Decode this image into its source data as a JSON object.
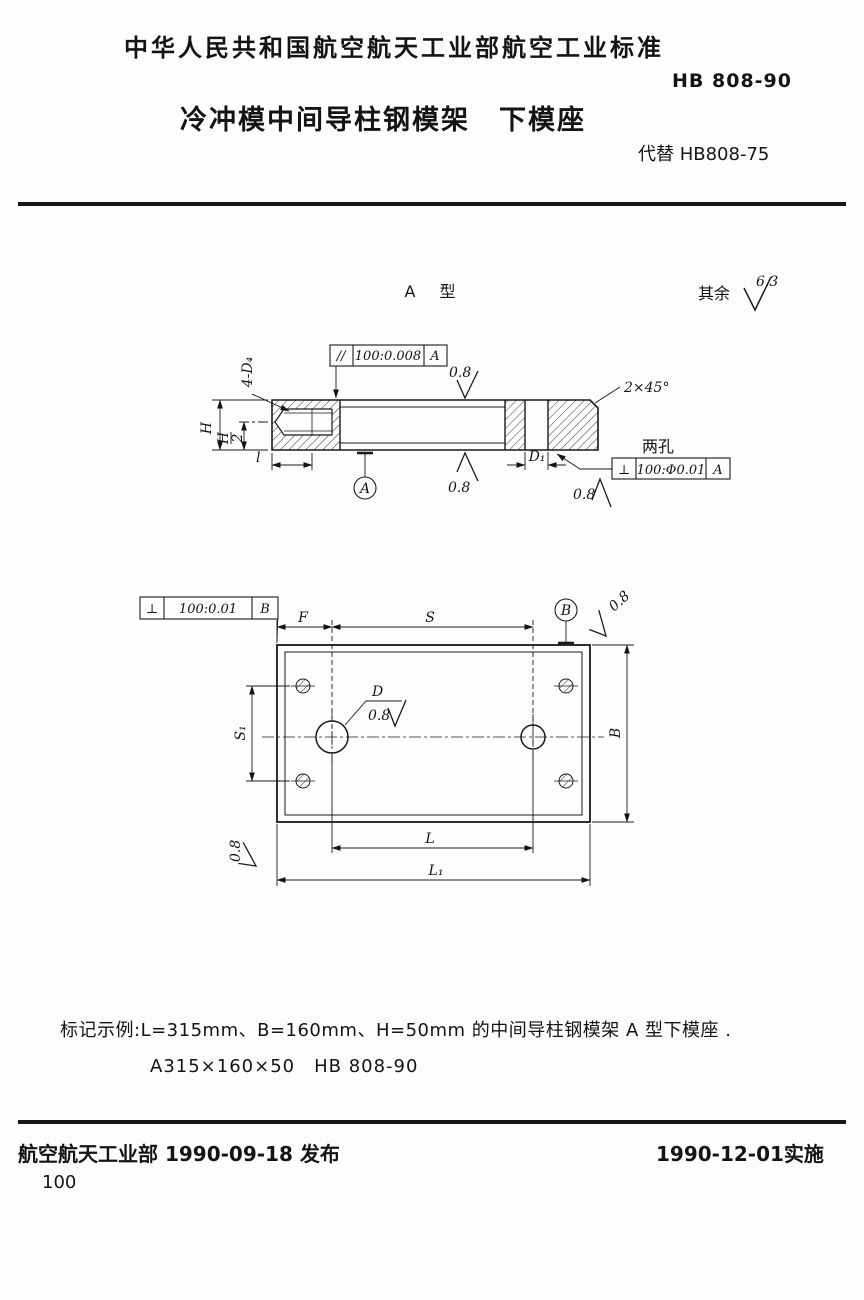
{
  "header": {
    "org_line": "中华人民共和国航空航天工业部航空工业标准",
    "standard_no": "HB 808-90",
    "title": "冷冲模中间导柱钢模架　下模座",
    "replaces": "代替 HB808-75"
  },
  "drawing": {
    "type_label": "A　型",
    "rest_label": "其余",
    "rest_value": "6.3",
    "side_view": {
      "hole_count_label": "4-D₄",
      "h_label": "H",
      "h_frac_num": "H",
      "h_frac_den": "2",
      "par_symbol": "//",
      "par_tolerance": "100:0.008",
      "par_datum": "A",
      "roughness_top": "0.8",
      "roughness_bottom": "0.8",
      "chamfer_note": "2×45°",
      "two_holes_note": "两孔",
      "perp_symbol": "⊥",
      "perp_tolerance": "100:Φ0.01",
      "perp_datum": "A",
      "roughness_hole": "0.8",
      "l_label": "l",
      "d1_label": "D₁",
      "datum_a": "A"
    },
    "plan_view": {
      "perp_symbol": "⊥",
      "perp_tolerance": "100:0.01",
      "perp_datum": "B",
      "f_label": "F",
      "s_label": "S",
      "datum_b": "B",
      "roughness_top_right": "0.8",
      "d_label": "D",
      "roughness_d": "0.8",
      "s1_label": "S₁",
      "b_label": "B",
      "l_label": "L",
      "l1_label": "L₁",
      "roughness_bottom_left": "0.8"
    }
  },
  "example": {
    "line1": "标记示例:L=315mm、B=160mm、H=50mm 的中间导柱钢模架 A 型下模座 .",
    "line2": "A315×160×50　HB 808-90"
  },
  "footer": {
    "published": "航空航天工业部 1990-09-18 发布",
    "implemented": "1990-12-01实施",
    "page_number": "100"
  }
}
